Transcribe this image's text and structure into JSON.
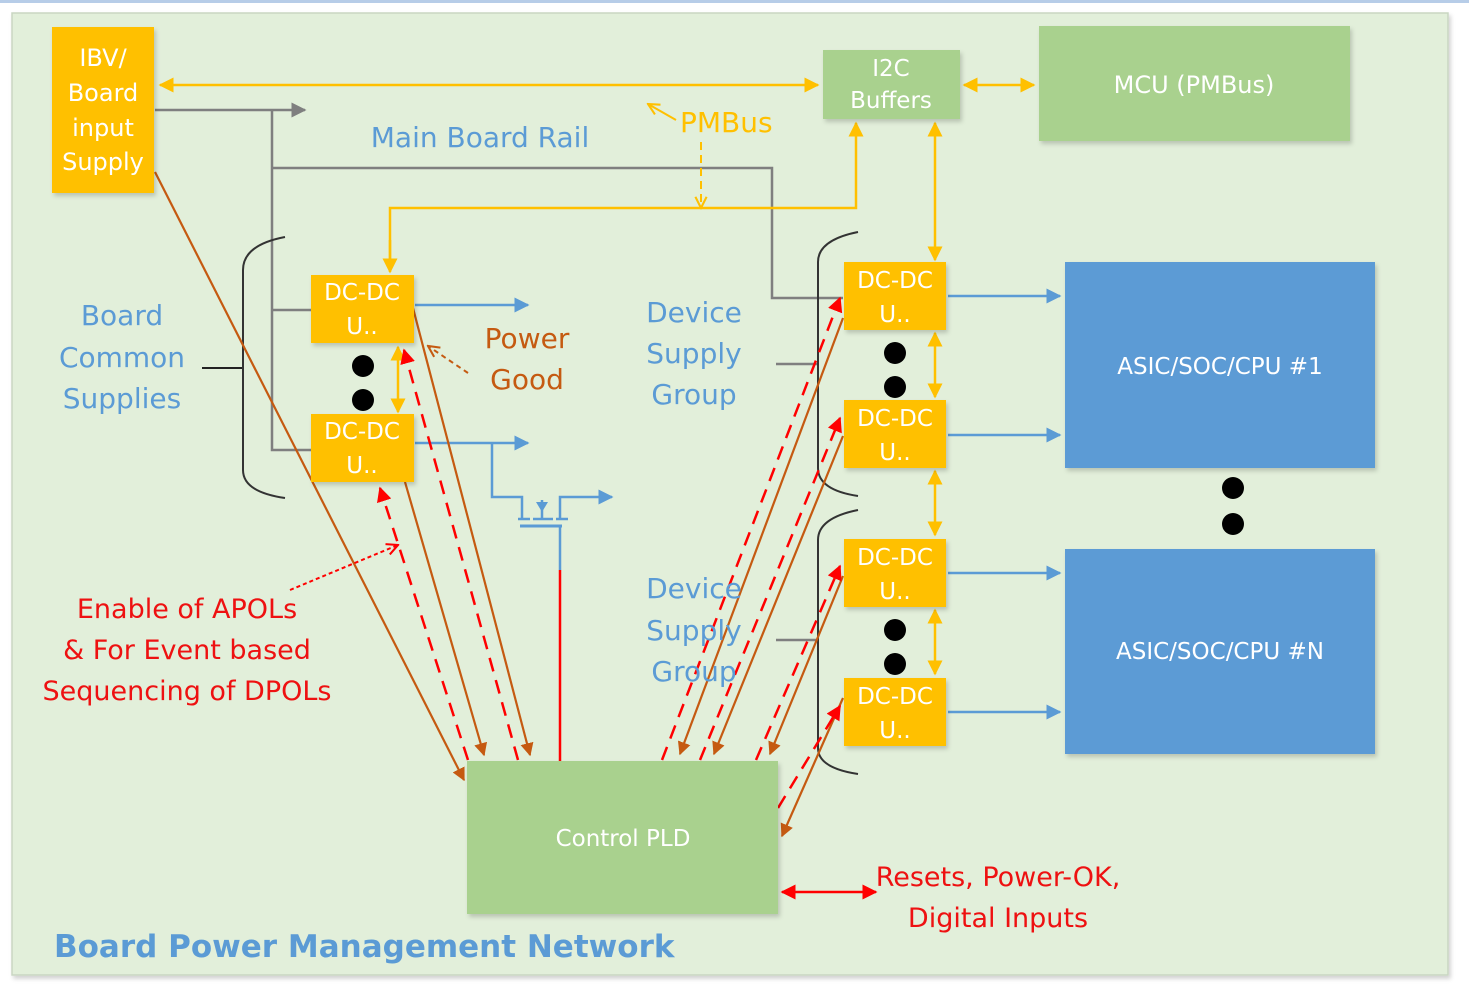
{
  "diagram": {
    "title": "Board Power Management Network",
    "colors": {
      "background": "#e2efda",
      "supply_box": "#ffc000",
      "green_box": "#a9d18e",
      "asic_box": "#5b9bd5",
      "pmbus": "#ffc000",
      "power_rail": "#5b9bd5",
      "power_good": "#c55a11",
      "enable": "#ff0000",
      "main_rail": "#7f7f7f"
    },
    "nodes": {
      "ibv": {
        "lines": [
          "IBV/",
          "Board",
          "input",
          "Supply"
        ]
      },
      "i2c": {
        "lines": [
          "I2C",
          "Buffers"
        ]
      },
      "mcu": {
        "label": "MCU (PMBus)"
      },
      "dcdc_left_1": {
        "lines": [
          "DC-DC",
          "U.."
        ]
      },
      "dcdc_left_2": {
        "lines": [
          "DC-DC",
          "U.."
        ]
      },
      "dcdc_right_1": {
        "lines": [
          "DC-DC",
          "U.."
        ]
      },
      "dcdc_right_2": {
        "lines": [
          "DC-DC",
          "U.."
        ]
      },
      "dcdc_right_3": {
        "lines": [
          "DC-DC",
          "U.."
        ]
      },
      "dcdc_right_4": {
        "lines": [
          "DC-DC",
          "U.."
        ]
      },
      "asic_1": {
        "label": "ASIC/SOC/CPU #1"
      },
      "asic_n": {
        "label": "ASIC/SOC/CPU #N"
      },
      "pld": {
        "label": "Control PLD"
      }
    },
    "labels": {
      "main_board_rail": "Main Board Rail",
      "pmbus": "PMBus",
      "board_common": [
        "Board",
        "Common",
        "Supplies"
      ],
      "power_good": [
        "Power",
        "Good"
      ],
      "device_group_1": [
        "Device",
        "Supply",
        "Group"
      ],
      "device_group_2": [
        "Device",
        "Supply",
        "Group"
      ],
      "enable": [
        "Enable of APOLs",
        "& For Event based",
        "Sequencing of DPOLs"
      ],
      "resets": [
        "Resets, Power-OK,",
        "Digital Inputs"
      ]
    }
  }
}
